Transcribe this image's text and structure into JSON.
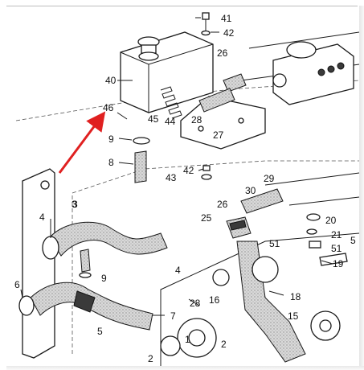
{
  "diagram": {
    "part_labels": [
      "41",
      "42",
      "26",
      "40",
      "46",
      "45",
      "44",
      "28",
      "27",
      "9",
      "8",
      "42",
      "43",
      "29",
      "30",
      "26",
      "25",
      "20",
      "21",
      "4",
      "3",
      "51",
      "51",
      "5",
      "6",
      "4",
      "9",
      "19",
      "28",
      "16",
      "18",
      "5",
      "7",
      "15",
      "1",
      "2",
      "2",
      "3"
    ],
    "pointer_color": "#e02020",
    "accent_hose_color": "#8a8a8a"
  }
}
